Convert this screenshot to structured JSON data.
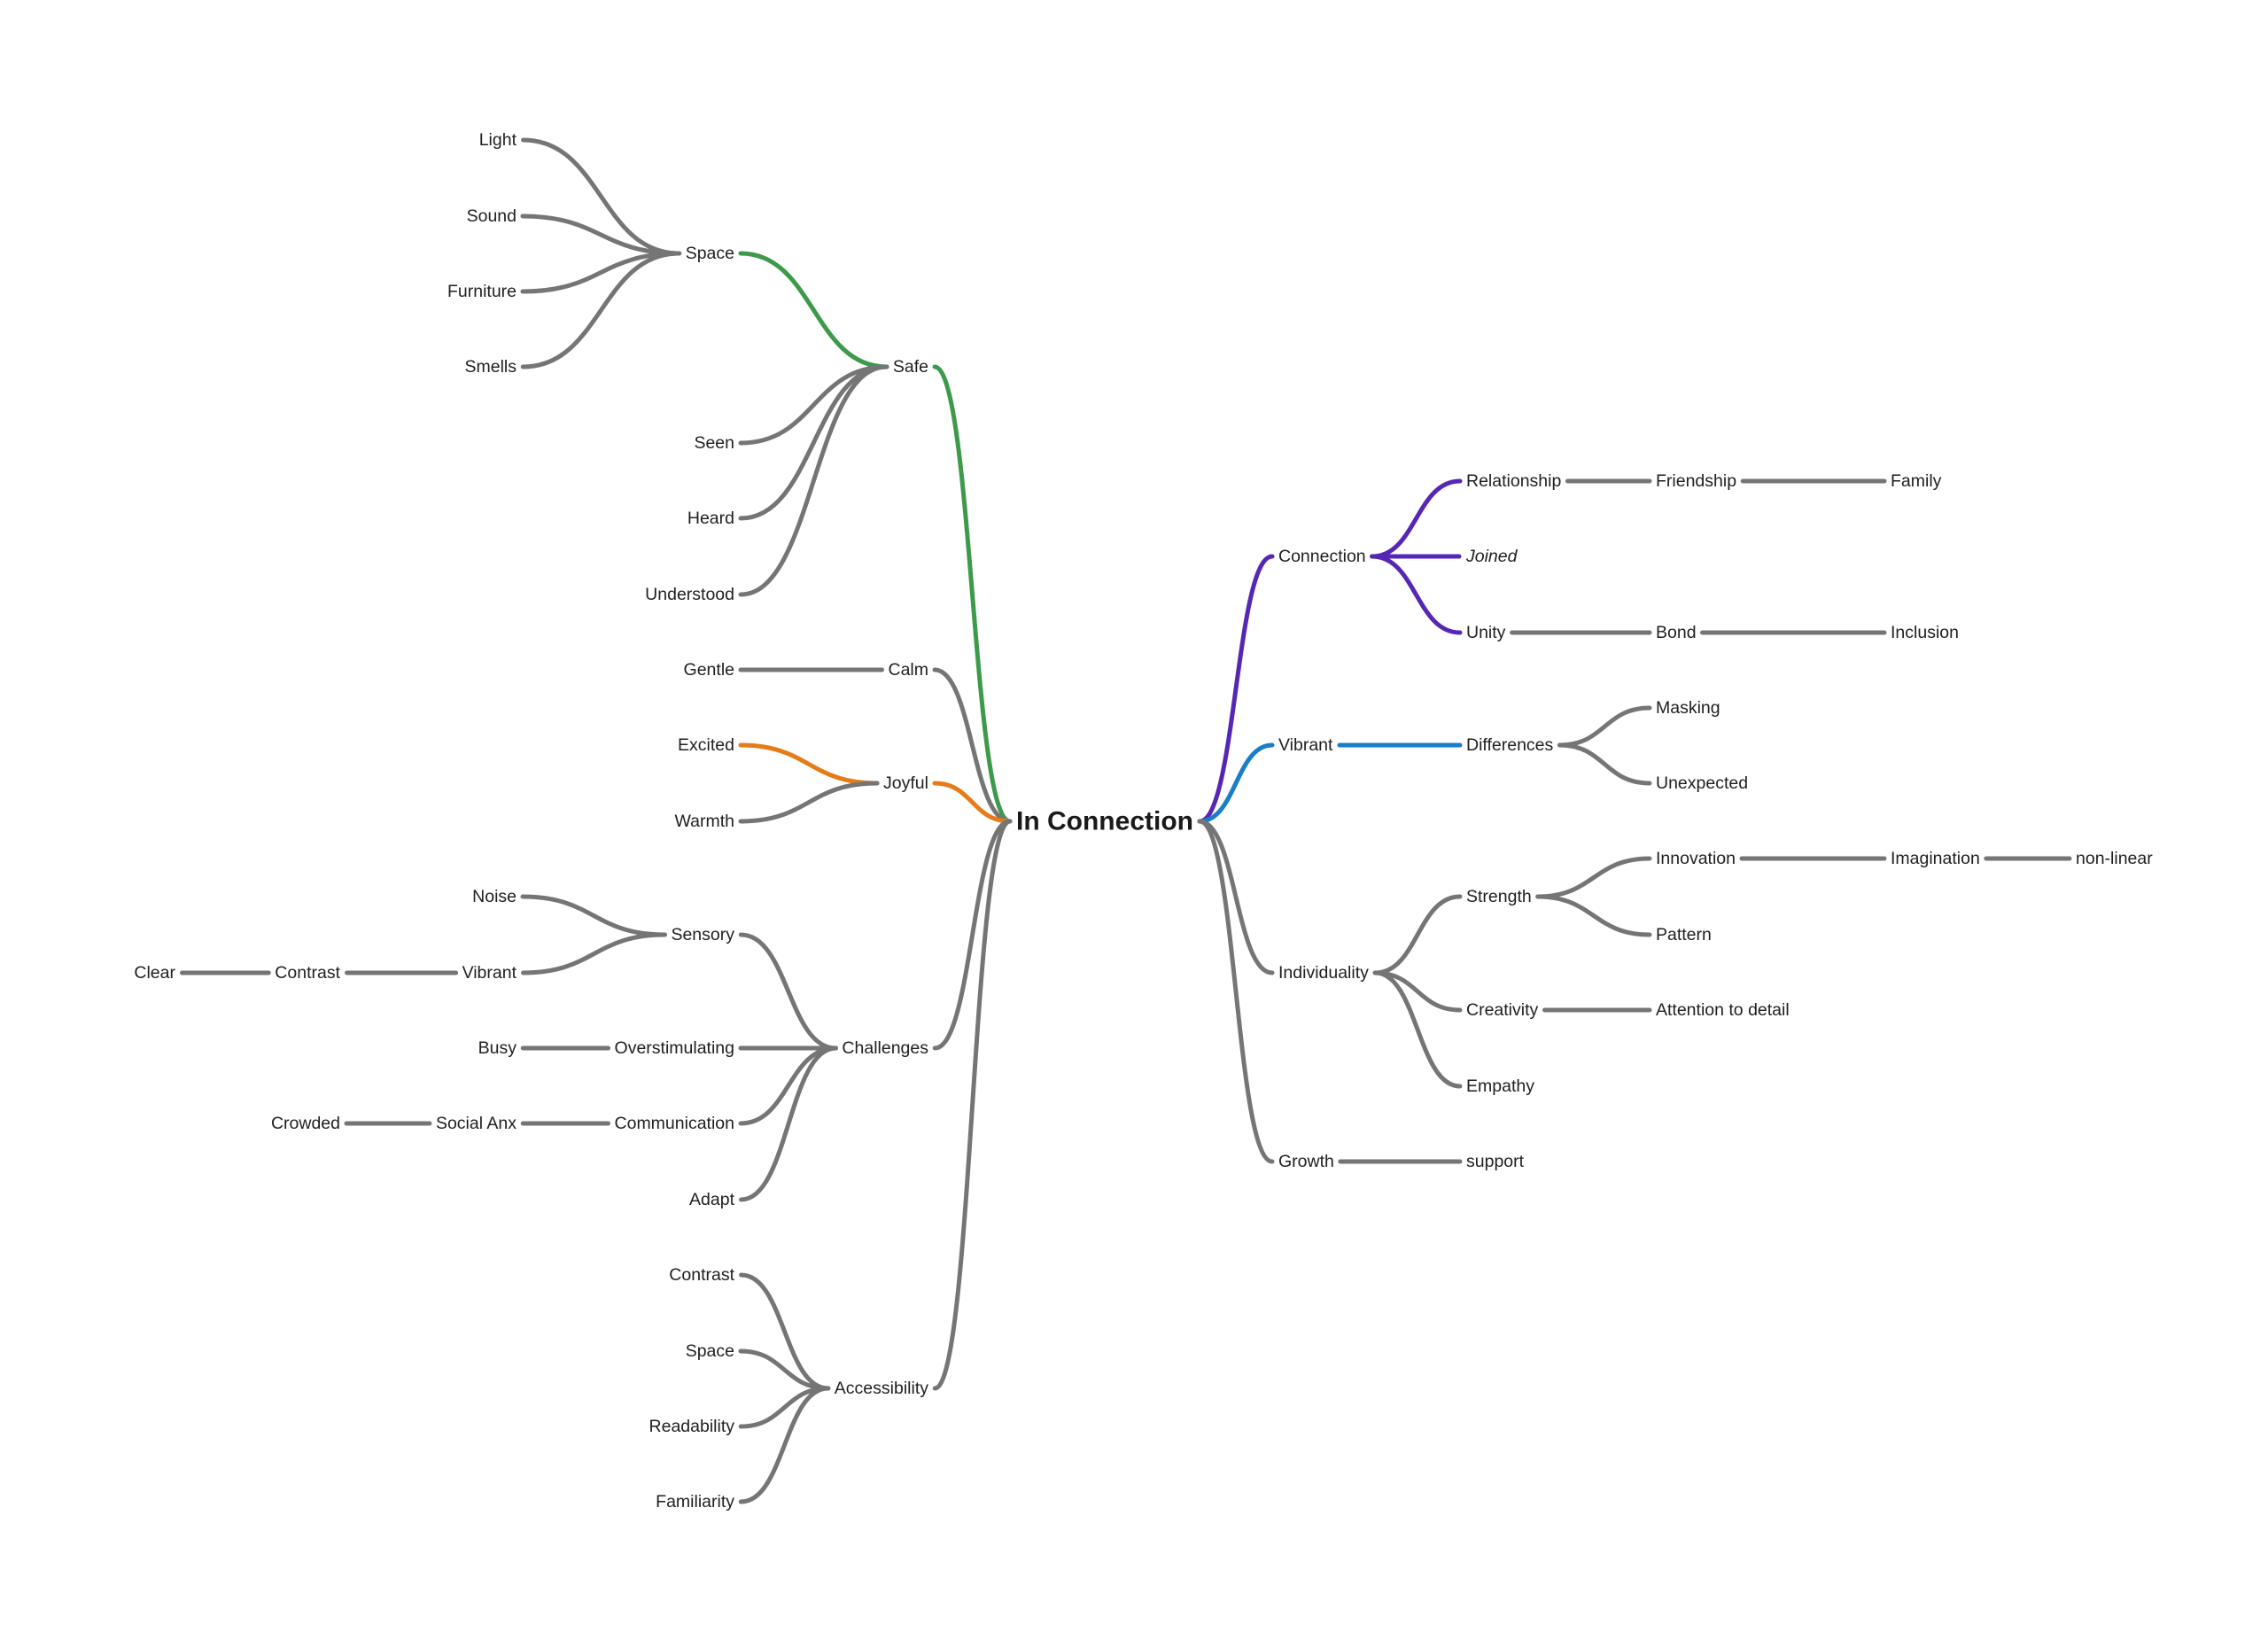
{
  "diagram": {
    "type": "mind-map",
    "colors": {
      "default_edge": "#757575",
      "green": "#3c9a4a",
      "orange": "#e57c17",
      "purple": "#5627b4",
      "blue": "#1a7dc9",
      "text": "#1f1f1f"
    },
    "root": {
      "id": "root",
      "label": "In Connection"
    },
    "nodes": [
      {
        "id": "safe",
        "label": "Safe",
        "parent": "root",
        "color": "green"
      },
      {
        "id": "space1",
        "label": "Space",
        "parent": "safe",
        "color": "green"
      },
      {
        "id": "light",
        "label": "Light",
        "parent": "space1"
      },
      {
        "id": "sound",
        "label": "Sound",
        "parent": "space1"
      },
      {
        "id": "furniture",
        "label": "Furniture",
        "parent": "space1"
      },
      {
        "id": "smells",
        "label": "Smells",
        "parent": "space1"
      },
      {
        "id": "seen",
        "label": "Seen",
        "parent": "safe"
      },
      {
        "id": "heard",
        "label": "Heard",
        "parent": "safe"
      },
      {
        "id": "understood",
        "label": "Understood",
        "parent": "safe"
      },
      {
        "id": "calm",
        "label": "Calm",
        "parent": "root"
      },
      {
        "id": "gentle",
        "label": "Gentle",
        "parent": "calm"
      },
      {
        "id": "joyful",
        "label": "Joyful",
        "parent": "root",
        "color": "orange"
      },
      {
        "id": "excited",
        "label": "Excited",
        "parent": "joyful",
        "color": "orange"
      },
      {
        "id": "warmth",
        "label": "Warmth",
        "parent": "joyful"
      },
      {
        "id": "challenges",
        "label": "Challenges",
        "parent": "root"
      },
      {
        "id": "sensory",
        "label": "Sensory",
        "parent": "challenges"
      },
      {
        "id": "noise",
        "label": "Noise",
        "parent": "sensory"
      },
      {
        "id": "vibrant2",
        "label": "Vibrant",
        "parent": "sensory"
      },
      {
        "id": "contrast2",
        "label": "Contrast",
        "parent": "vibrant2"
      },
      {
        "id": "clear",
        "label": "Clear",
        "parent": "contrast2"
      },
      {
        "id": "overstim",
        "label": "Overstimulating",
        "parent": "challenges"
      },
      {
        "id": "busy",
        "label": "Busy",
        "parent": "overstim"
      },
      {
        "id": "communication",
        "label": "Communication",
        "parent": "challenges"
      },
      {
        "id": "socialanx",
        "label": "Social Anx",
        "parent": "communication"
      },
      {
        "id": "crowded",
        "label": "Crowded",
        "parent": "socialanx"
      },
      {
        "id": "adapt",
        "label": "Adapt",
        "parent": "challenges"
      },
      {
        "id": "accessibility",
        "label": "Accessibility",
        "parent": "root"
      },
      {
        "id": "contrast1",
        "label": "Contrast",
        "parent": "accessibility"
      },
      {
        "id": "space2",
        "label": "Space",
        "parent": "accessibility"
      },
      {
        "id": "readability",
        "label": "Readability",
        "parent": "accessibility"
      },
      {
        "id": "familiarity",
        "label": "Familiarity",
        "parent": "accessibility"
      },
      {
        "id": "connection",
        "label": "Connection",
        "parent": "root",
        "color": "purple"
      },
      {
        "id": "relationship",
        "label": "Relationship",
        "parent": "connection",
        "color": "purple"
      },
      {
        "id": "friendship",
        "label": "Friendship",
        "parent": "relationship"
      },
      {
        "id": "family",
        "label": "Family",
        "parent": "friendship"
      },
      {
        "id": "joined",
        "label": "Joined",
        "parent": "connection",
        "color": "purple",
        "italic": true
      },
      {
        "id": "unity",
        "label": "Unity",
        "parent": "connection",
        "color": "purple"
      },
      {
        "id": "bond",
        "label": "Bond",
        "parent": "unity"
      },
      {
        "id": "inclusion",
        "label": "Inclusion",
        "parent": "bond"
      },
      {
        "id": "vibrant1",
        "label": "Vibrant",
        "parent": "root",
        "color": "blue"
      },
      {
        "id": "differences",
        "label": "Differences",
        "parent": "vibrant1",
        "color": "blue"
      },
      {
        "id": "masking",
        "label": "Masking",
        "parent": "differences"
      },
      {
        "id": "unexpected",
        "label": "Unexpected",
        "parent": "differences"
      },
      {
        "id": "individuality",
        "label": "Individuality",
        "parent": "root"
      },
      {
        "id": "strength",
        "label": "Strength",
        "parent": "individuality"
      },
      {
        "id": "innovation",
        "label": "Innovation",
        "parent": "strength"
      },
      {
        "id": "imagination",
        "label": "Imagination",
        "parent": "innovation"
      },
      {
        "id": "nonlinear",
        "label": "non-linear",
        "parent": "imagination"
      },
      {
        "id": "pattern",
        "label": "Pattern",
        "parent": "strength"
      },
      {
        "id": "creativity",
        "label": "Creativity",
        "parent": "individuality"
      },
      {
        "id": "attention",
        "label": "Attention to detail",
        "parent": "creativity"
      },
      {
        "id": "empathy",
        "label": "Empathy",
        "parent": "individuality"
      },
      {
        "id": "growth",
        "label": "Growth",
        "parent": "root"
      },
      {
        "id": "support",
        "label": "support",
        "parent": "growth"
      }
    ]
  }
}
